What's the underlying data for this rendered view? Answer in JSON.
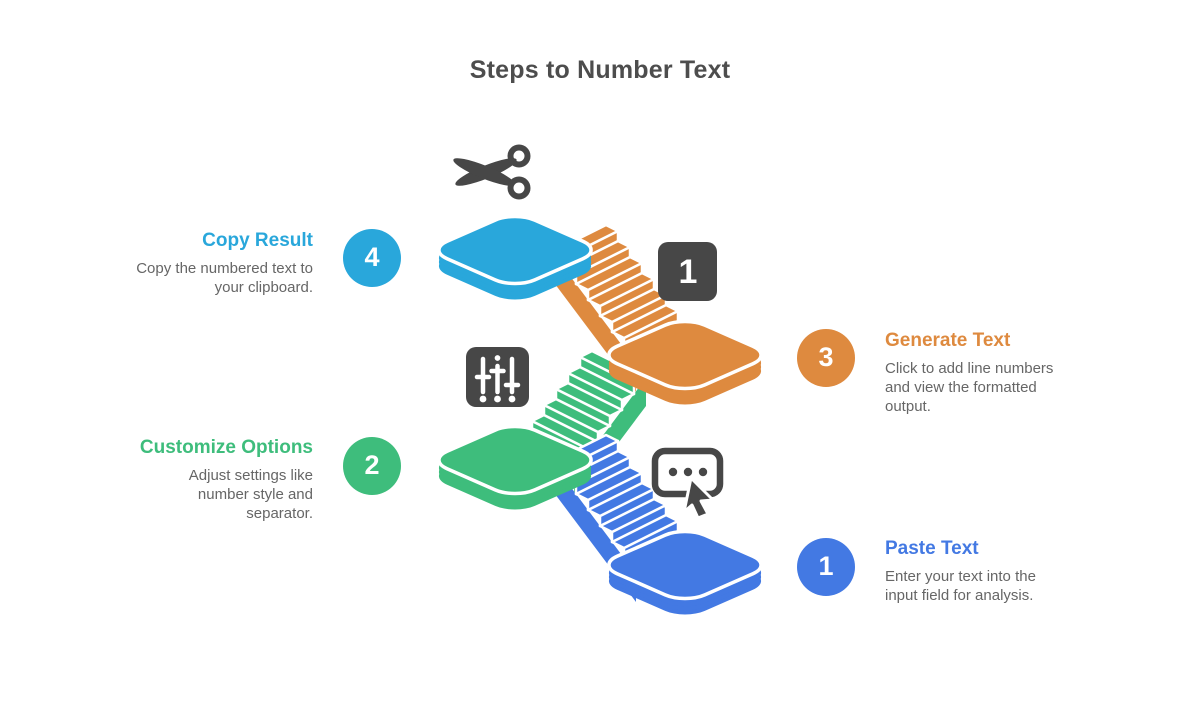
{
  "title": "Steps to Number Text",
  "steps": [
    {
      "number": "1",
      "title": "Paste Text",
      "description": "Enter your text into the input field for analysis.",
      "color": "#4379E3",
      "side": "right"
    },
    {
      "number": "2",
      "title": "Customize Options",
      "description": "Adjust settings like number style and separator.",
      "color": "#3EBD7C",
      "side": "left"
    },
    {
      "number": "3",
      "title": "Generate Text",
      "description": "Click to add line numbers and view the formatted output.",
      "color": "#DE8A3F",
      "side": "right"
    },
    {
      "number": "4",
      "title": "Copy Result",
      "description": "Copy the numbered text to your clipboard.",
      "color": "#29A7DB",
      "side": "left"
    }
  ],
  "icons": {
    "keycap_label": "1",
    "names": [
      "scissors-icon",
      "keycap-1-icon",
      "sliders-icon",
      "message-cursor-icon"
    ]
  },
  "palette": {
    "dark_icon": "#474747",
    "title_text": "#4D4D4D",
    "body_text": "#666666",
    "background": "#FFFFFF",
    "outline": "#FFFFFF"
  }
}
